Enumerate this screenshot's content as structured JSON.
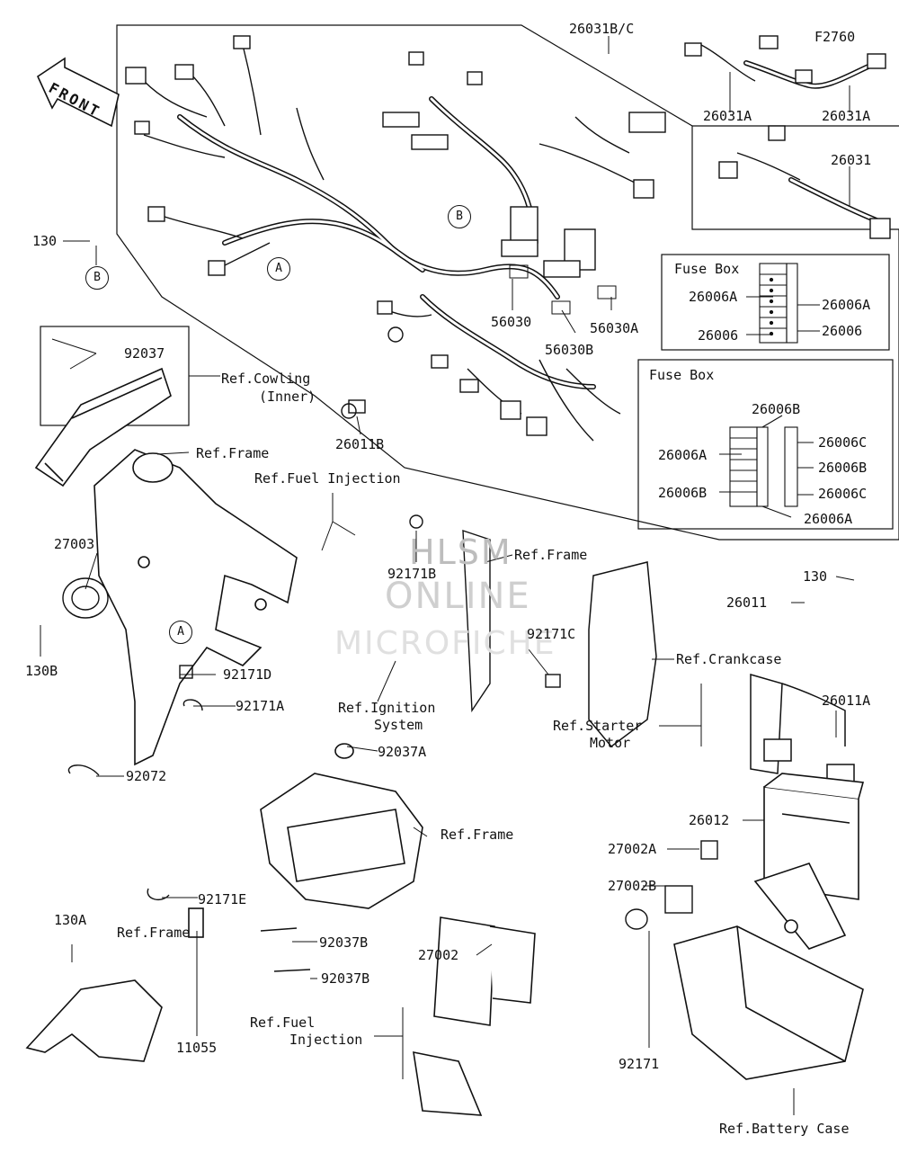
{
  "watermark": {
    "line1": "HLSM",
    "line2": "ONLINE",
    "line3": "MICROFICHE"
  },
  "front_arrow": "FRONT",
  "markers": {
    "a": "A",
    "b": "B"
  },
  "fuse_box_top": {
    "title": "Fuse Box",
    "labels": [
      "26006A",
      "26006",
      "26006A",
      "26006"
    ]
  },
  "fuse_box_bottom": {
    "title": "Fuse Box",
    "labels": [
      "26006B",
      "26006A",
      "26006B",
      "26006C",
      "26006B",
      "26006C",
      "26006A"
    ]
  },
  "parts": {
    "p26031BC": "26031B/C",
    "pF2760": "F2760",
    "p26031A_l": "26031A",
    "p26031A_r": "26031A",
    "p26031": "26031",
    "p56030": "56030",
    "p56030A": "56030A",
    "p56030B": "56030B",
    "p26011B": "26011B",
    "p130": "130",
    "p92037": "92037",
    "p27003": "27003",
    "p130B": "130B",
    "p92171B": "92171B",
    "p92171C": "92171C",
    "p92171D": "92171D",
    "p92171A": "92171A",
    "p92072": "92072",
    "p92037A": "92037A",
    "p92171E": "92171E",
    "p130A": "130A",
    "p11055": "11055",
    "p92037B_1": "92037B",
    "p92037B_2": "92037B",
    "p27002": "27002",
    "p27002A": "27002A",
    "p27002B": "27002B",
    "p92171": "92171",
    "p26012": "26012",
    "p26011": "26011",
    "p130_r": "130",
    "p26011A": "26011A"
  },
  "refs": {
    "cowling_1": "Ref.Cowling",
    "cowling_2": "(Inner)",
    "frame_top": "Ref.Frame",
    "fuel_inj_top": "Ref.Fuel Injection",
    "frame_mid": "Ref.Frame",
    "ignition_1": "Ref.Ignition",
    "ignition_2": "System",
    "crankcase": "Ref.Crankcase",
    "starter_1": "Ref.Starter",
    "starter_2": "Motor",
    "frame_center": "Ref.Frame",
    "frame_bottom": "Ref.Frame",
    "fuel_inj_bottom_1": "Ref.Fuel",
    "fuel_inj_bottom_2": "Injection",
    "battery_case": "Ref.Battery Case"
  }
}
